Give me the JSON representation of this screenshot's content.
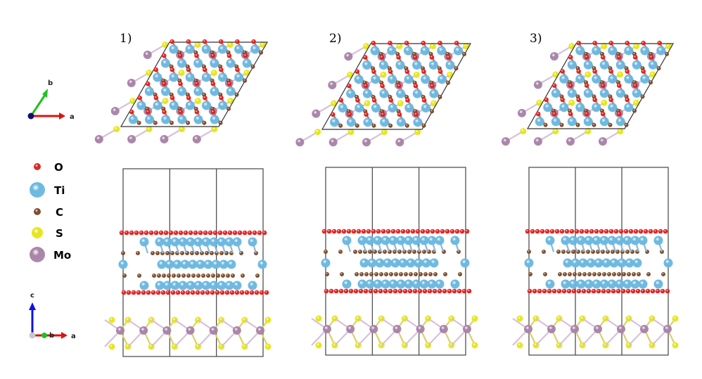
{
  "panels": [
    {
      "label": "1)"
    },
    {
      "label": "2)"
    },
    {
      "label": "3)"
    }
  ],
  "legend": [
    {
      "symbol": "O",
      "color": "#e02020",
      "size": "small"
    },
    {
      "symbol": "Ti",
      "color": "#6cb8e0",
      "size": "large"
    },
    {
      "symbol": "C",
      "color": "#7a4a2a",
      "size": "small"
    },
    {
      "symbol": "S",
      "color": "#e6e61a",
      "size": "medium"
    },
    {
      "symbol": "Mo",
      "color": "#a884a8",
      "size": "large"
    }
  ],
  "axes_top": {
    "x_label": "a",
    "y_label": "b"
  },
  "axes_side": {
    "x_label": "a",
    "y_label": "c",
    "depth_label": "b"
  }
}
